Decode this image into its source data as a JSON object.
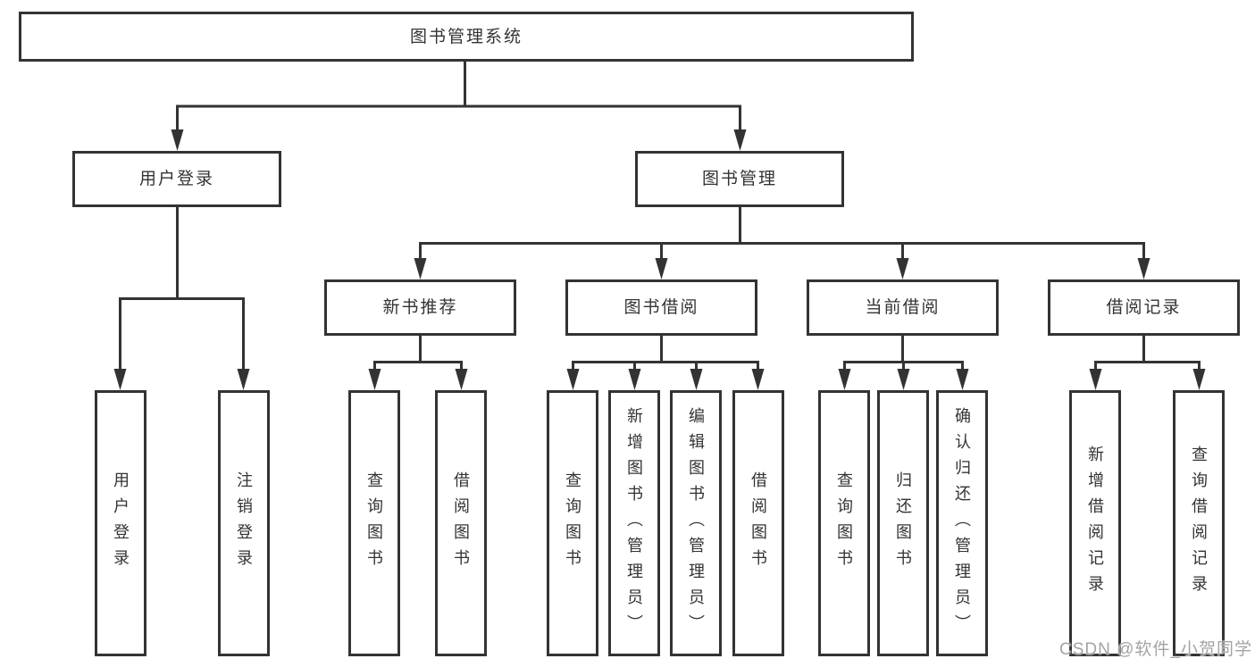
{
  "tree": {
    "root": {
      "label": "图书管理系统",
      "children": [
        {
          "label": "用户登录",
          "children": [
            {
              "label": "用户登录"
            },
            {
              "label": "注销登录"
            }
          ]
        },
        {
          "label": "图书管理",
          "children": [
            {
              "label": "新书推荐",
              "children": [
                {
                  "label": "查询图书"
                },
                {
                  "label": "借阅图书"
                }
              ]
            },
            {
              "label": "图书借阅",
              "children": [
                {
                  "label": "查询图书"
                },
                {
                  "label": "新增图书（管理员）"
                },
                {
                  "label": "编辑图书（管理员）"
                },
                {
                  "label": "借阅图书"
                }
              ]
            },
            {
              "label": "当前借阅",
              "children": [
                {
                  "label": "查询图书"
                },
                {
                  "label": "归还图书"
                },
                {
                  "label": "确认归还（管理员）"
                }
              ]
            },
            {
              "label": "借阅记录",
              "children": [
                {
                  "label": "新增借阅记录"
                },
                {
                  "label": "查询借阅记录"
                }
              ]
            }
          ]
        }
      ]
    }
  },
  "watermark": {
    "text": "CSDN @软件_小贺同学"
  },
  "colors": {
    "line": "#333333",
    "text": "#333333",
    "box_background": "#ffffff",
    "page_background": "#ffffff",
    "watermark": "#a3a3a3"
  }
}
